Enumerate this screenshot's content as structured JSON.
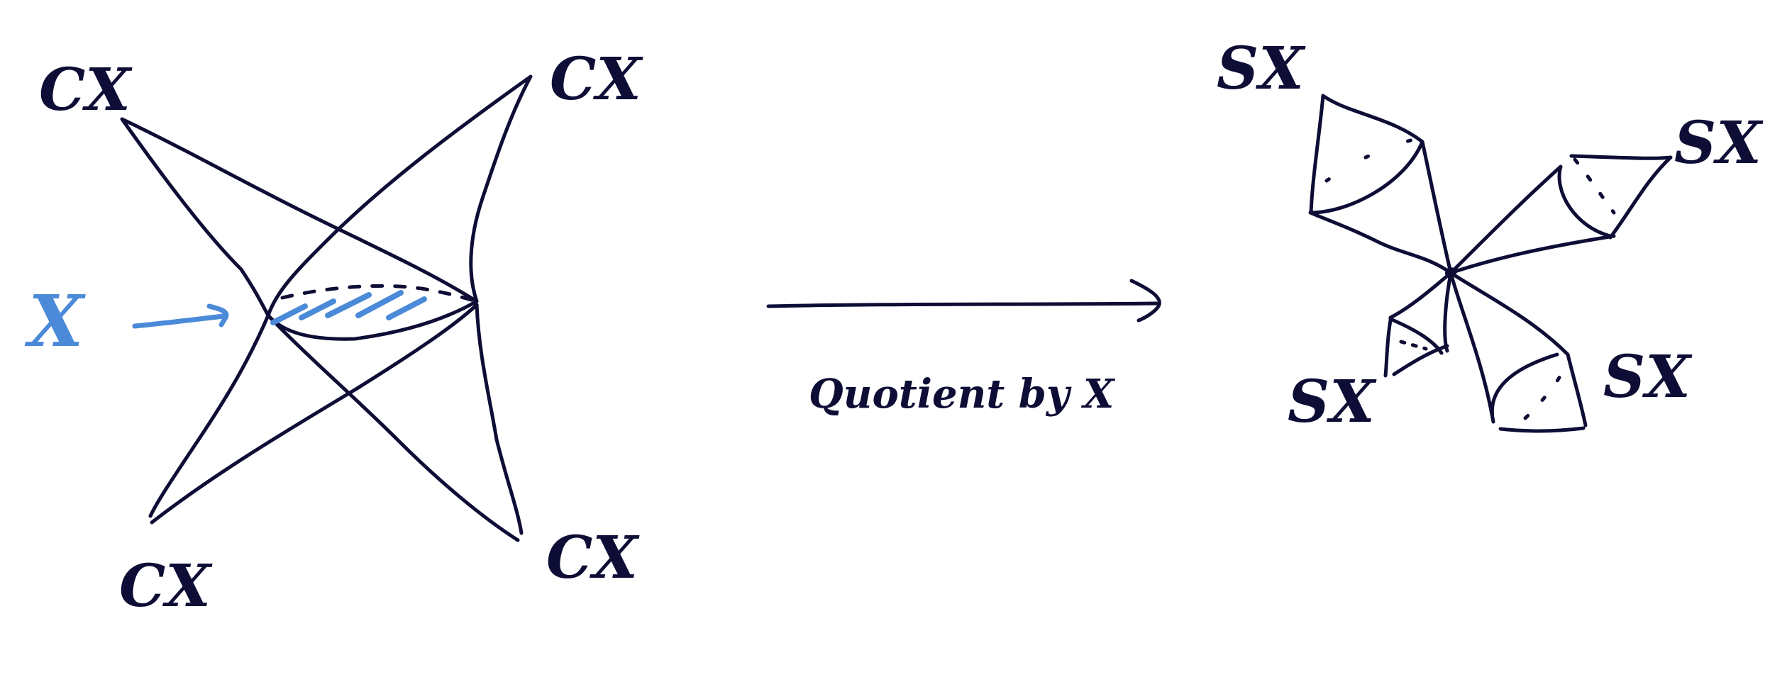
{
  "colors": {
    "ink": "#0e0d36",
    "highlight": "#4a8ad8",
    "background": "#ffffff"
  },
  "left": {
    "labels": {
      "top_left": "CX",
      "top_right": "CX",
      "bottom_left": "CX",
      "bottom_right": "CX"
    },
    "highlight_label": "X"
  },
  "arrow": {
    "caption": "Quotient by X"
  },
  "right": {
    "labels": {
      "top_left": "SX",
      "top_right": "SX",
      "bottom_left": "SX",
      "bottom_right": "SX"
    }
  }
}
